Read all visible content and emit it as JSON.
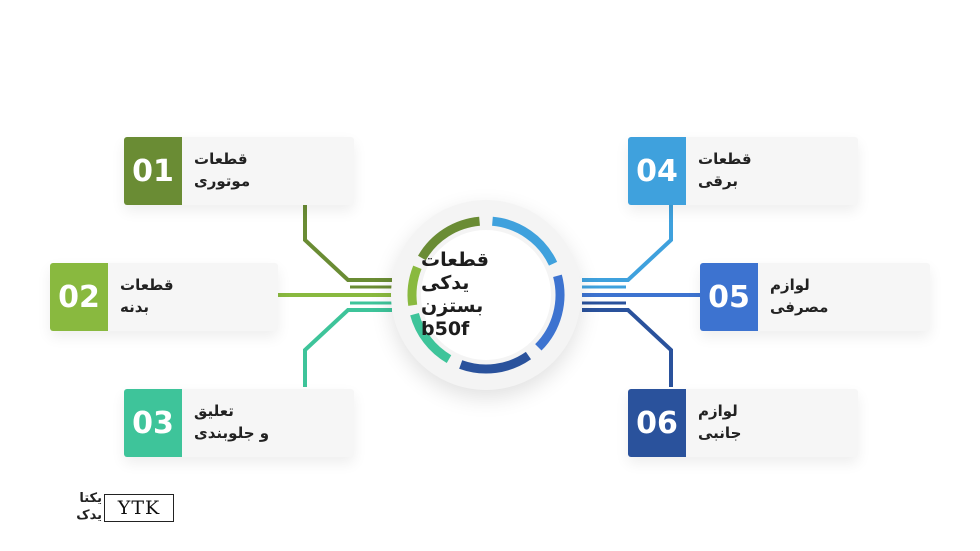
{
  "hub": {
    "lines": [
      "قطعات",
      "یدکی",
      "بستزن",
      "b50f"
    ]
  },
  "items": [
    {
      "number": "01",
      "line1": "قطعات",
      "line2": "موتوری",
      "color": "#6a8c34"
    },
    {
      "number": "02",
      "line1": "قطعات",
      "line2": "بدنه",
      "color": "#89b93f"
    },
    {
      "number": "03",
      "line1": "تعلیق",
      "line2": "و جلوبندی",
      "color": "#3ec49a"
    },
    {
      "number": "04",
      "line1": "قطعات",
      "line2": "برقی",
      "color": "#3fa1dd"
    },
    {
      "number": "05",
      "line1": "لوازم",
      "line2": "مصرفی",
      "color": "#3d73d0"
    },
    {
      "number": "06",
      "line1": "لوازم",
      "line2": "جانبی",
      "color": "#2a529c"
    }
  ],
  "logo": {
    "text_fa_line1": "یکتا",
    "text_fa_line2": "یدک",
    "text_en": "YTK"
  }
}
